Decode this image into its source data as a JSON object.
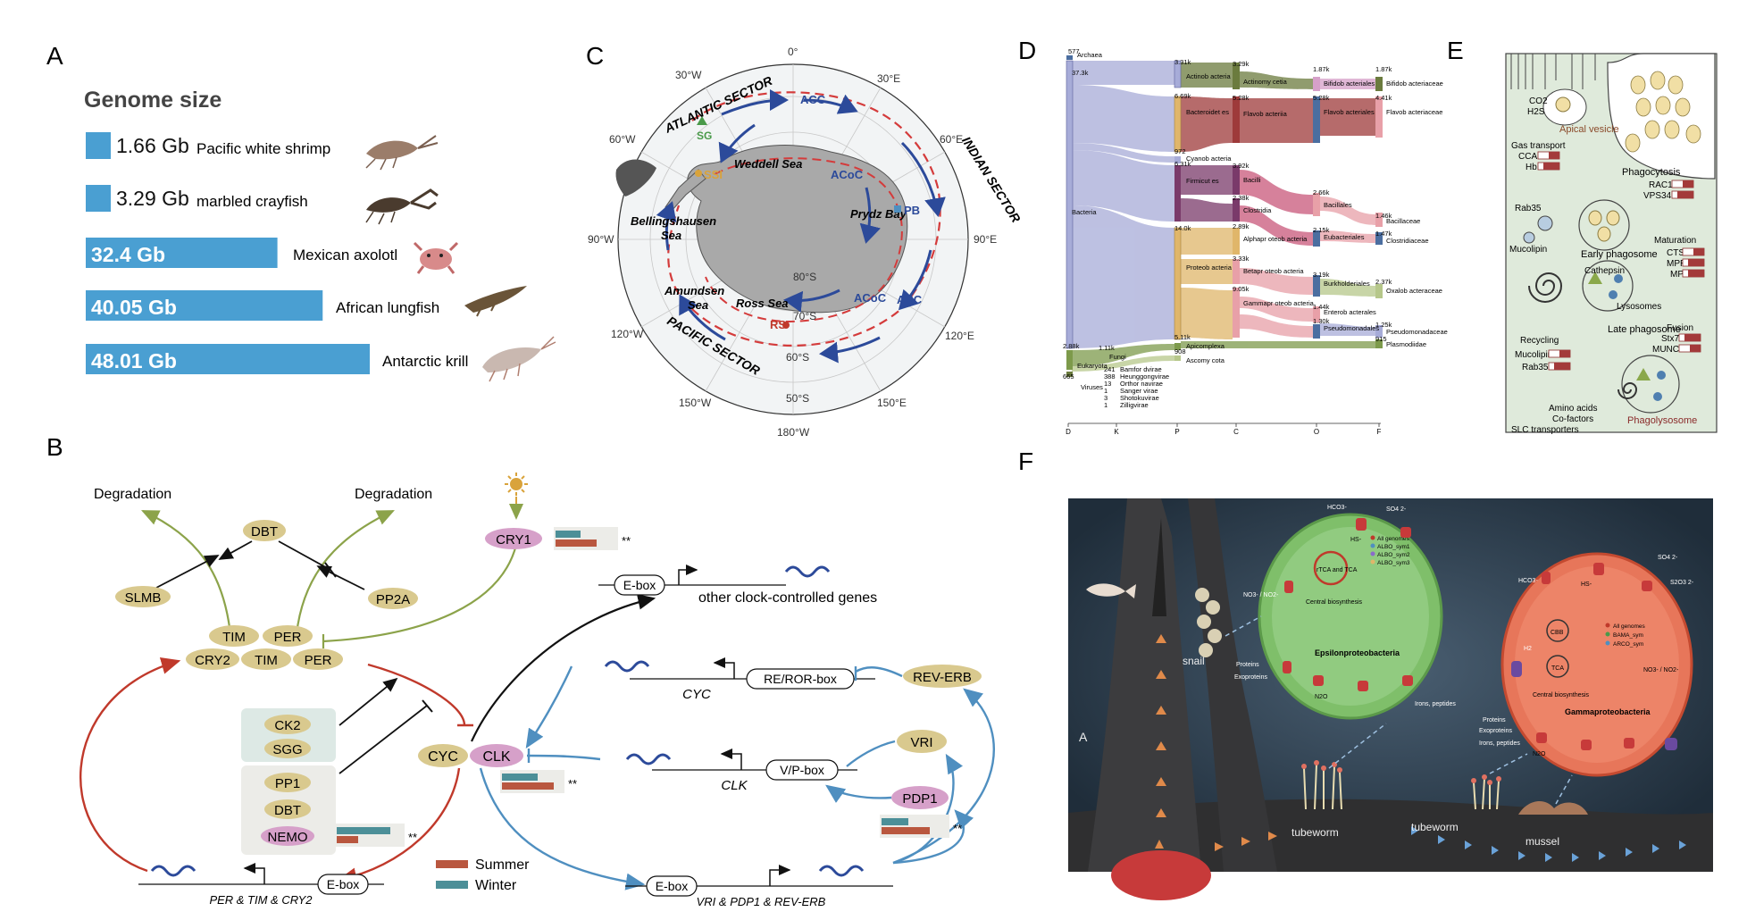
{
  "panels": {
    "a": "A",
    "b": "B",
    "c": "C",
    "d": "D",
    "e": "E",
    "f": "F"
  },
  "panelA": {
    "title": "Genome size",
    "bars": [
      {
        "value": 1.66,
        "label": "1.66 Gb",
        "species": "Pacific white shrimp",
        "icon": "shrimp-icon"
      },
      {
        "value": 3.29,
        "label": "3.29 Gb",
        "species": "marbled crayfish",
        "icon": "crayfish-icon"
      },
      {
        "value": 32.4,
        "label": "32.4 Gb",
        "species": "Mexican axolotl",
        "icon": "axolotl-icon"
      },
      {
        "value": 40.05,
        "label": "40.05 Gb",
        "species": "African lungfish",
        "icon": "lungfish-icon"
      },
      {
        "value": 48.01,
        "label": "48.01 Gb",
        "species": "Antarctic krill",
        "icon": "krill-icon"
      }
    ],
    "colors": {
      "bar": "#4a9fd2"
    }
  },
  "panelB": {
    "degradation_left": "Degradation",
    "degradation_right": "Degradation",
    "dbt": "DBT",
    "slmb": "SLMB",
    "pp2a": "PP2A",
    "tim": "TIM",
    "per": "PER",
    "cry2": "CRY2",
    "tim2": "TIM",
    "per2": "PER",
    "cry1": "CRY1",
    "ck2": "CK2",
    "sgg": "SGG",
    "pp1": "PP1",
    "dbt2": "DBT",
    "nemo": "NEMO",
    "cyc": "CYC",
    "clk": "CLK",
    "ebox_top": "E-box",
    "other_genes": "other clock-controlled genes",
    "rorbox": "RE/ROR-box",
    "cyc_gene": "CYC",
    "reverb": "REV-ERB",
    "vri": "VRI",
    "vpbox": "V/P-box",
    "clk_gene": "CLK",
    "pdp1": "PDP1",
    "ebox_bottom": "E-box",
    "per_tim_cry2": "PER & TIM & CRY2",
    "ebox_bottom2": "E-box",
    "vri_pdp1_reverb": "VRI & PDP1 & REV-ERB",
    "sig": "**",
    "legend": {
      "summer": "Summer",
      "winter": "Winter"
    },
    "colors": {
      "summer": "#b9573f",
      "winter": "#4c8f98",
      "node": "#d9c98e",
      "pink": "#d6a0c9",
      "green": "#8ca34a",
      "red": "#c0392b",
      "blue": "#4f8fc0"
    }
  },
  "panelC": {
    "lon_labels": [
      "0°",
      "30°E",
      "60°E",
      "90°E",
      "120°E",
      "150°E",
      "180°W",
      "150°W",
      "120°W",
      "90°W",
      "60°W",
      "30°W"
    ],
    "lat_labels": [
      "80°S",
      "70°S",
      "60°S",
      "50°S"
    ],
    "atlantic": "ATLANTIC SECTOR",
    "indian": "INDIAN SECTOR",
    "pacific": "PACIFIC SECTOR",
    "acc1": "ACC",
    "acc2": "ACC",
    "acoc1": "ACoC",
    "acoc2": "ACoC",
    "sg": "SG",
    "ssi": "SSI",
    "weddell": "Weddell Sea",
    "prydz": "Prydz Bay",
    "pb": "PB",
    "bellings1": "Bellingshausen",
    "bellings2": "Sea",
    "amundsen1": "Amundsen",
    "amundsen2": "Sea",
    "ross": "Ross Sea",
    "rs": "RS"
  },
  "panelD": {
    "axis": [
      "D",
      "K",
      "P",
      "C",
      "O",
      "F"
    ],
    "nodes": [
      {
        "count": "577",
        "name": "Archaea"
      },
      {
        "count": "37.3k",
        "name": "Bacteria"
      },
      {
        "count": "2.88k",
        "name": "Eukaryota"
      },
      {
        "count": "665",
        "name": "Viruses"
      },
      {
        "count": "3.31k",
        "name": "Actinob acteria"
      },
      {
        "count": "6.69k",
        "name": "Bacteroidet es"
      },
      {
        "count": "972",
        "name": "Cyanob acteria"
      },
      {
        "count": "6.31k",
        "name": "Firmicut es"
      },
      {
        "count": "14.0k",
        "name": "Proteob acteria"
      },
      {
        "count": "1.11k",
        "name": "Fungi"
      },
      {
        "count": "5.11k",
        "name": "Apicomplexa"
      },
      {
        "count": "908",
        "name": "Ascomy cota"
      },
      {
        "count": "3.29k",
        "name": "Actinomy cetia"
      },
      {
        "count": "5.28k",
        "name": "Flavob acteriia"
      },
      {
        "count": "3.92k",
        "name": "Bacilli"
      },
      {
        "count": "2.38k",
        "name": "Clostridia"
      },
      {
        "count": "2.89k",
        "name": "Alphapr oteob acteria"
      },
      {
        "count": "3.33k",
        "name": "Betapr oteob acteria"
      },
      {
        "count": "9.05k",
        "name": "Gammapr oteob acteria"
      },
      {
        "count": "1.87k",
        "name": "Bifidob acteriales"
      },
      {
        "count": "5.28k",
        "name": "Flavob acteriales"
      },
      {
        "count": "2.66k",
        "name": "Bacillales"
      },
      {
        "count": "2.15k",
        "name": "Eubacteriales"
      },
      {
        "count": "3.19k",
        "name": "Burkholderiales"
      },
      {
        "count": "1.44k",
        "name": "Enterob acterales"
      },
      {
        "count": "1.30k",
        "name": "Pseudomonadales"
      },
      {
        "count": "1.87k",
        "name": "Bifidob acteriaceae"
      },
      {
        "count": "4.41k",
        "name": "Flavob acteriaceae"
      },
      {
        "count": "1.46k",
        "name": "Bacillaceae"
      },
      {
        "count": "1.47k",
        "name": "Clostridiaceae"
      },
      {
        "count": "2.37k",
        "name": "Oxalob acteraceae"
      },
      {
        "count": "1.25k",
        "name": "Pseudomonadaceae"
      },
      {
        "count": "915",
        "name": "Plasmodiidae"
      }
    ],
    "viruses": [
      {
        "count": "241",
        "name": "Bamfor dvirae"
      },
      {
        "count": "388",
        "name": "Heunggongvirae"
      },
      {
        "count": "13",
        "name": "Orthor navirae"
      },
      {
        "count": "1",
        "name": "Sanger virae"
      },
      {
        "count": "3",
        "name": "Shotokuvirae"
      },
      {
        "count": "1",
        "name": "Zilligvirae"
      }
    ]
  },
  "panelE": {
    "co2": "CO2",
    "h2s": "H2S",
    "gas": "Gas transport",
    "cca": "CCA",
    "hb": "Hb",
    "apical": "Apical vesicle",
    "phago": "Phagocytosis",
    "rac1": "RAC1",
    "vps34": "VPS34",
    "rab35": "Rab35",
    "mucolipin": "Mucolipin",
    "early": "Early phagosome",
    "maturation": "Maturation",
    "ctsl": "CTSL",
    "mpr": "MPR",
    "mpi": "MPI",
    "cathepsin": "Cathepsin",
    "lysosomes": "Lysosomes",
    "late": "Late phagosome",
    "fusion": "Fusion",
    "stx7": "Stx7",
    "munc": "MUNC18-1",
    "recycling": "Recycling",
    "mucolipin2": "Mucolipin",
    "rab35b": "Rab35",
    "amino": "Amino acids",
    "cofactors": "Co-factors",
    "phagolys": "Phagolysosome",
    "slc": "SLC transporters"
  },
  "panelF": {
    "a": "A",
    "snail": "snail",
    "tubeworm1": "tubeworm",
    "tubeworm2": "tubeworm",
    "mussel": "mussel",
    "epsilon": "Epsilonproteobacteria",
    "gamma": "Gammaproteobacteria",
    "central1": "Central biosynthesis",
    "central2": "Central biosynthesis",
    "legend_left": [
      "All genomes",
      "ALBO_sym1",
      "ALBO_sym2",
      "ALBO_sym3"
    ],
    "legend_right": [
      "All genomes",
      "BAMA_sym",
      "ARCO_sym"
    ],
    "proteins": "Proteins",
    "exoproteins": "Exoproteins",
    "irons": "Irons, peptides",
    "rtca": "rTCA and TCA",
    "cbb": "CBB",
    "tca": "TCA",
    "hco3": "HCO3-",
    "so4": "SO4 2-",
    "s2o3": "S2O3 2-",
    "hs": "HS-",
    "n2o": "N2O",
    "no3": "NO3- / NO2-",
    "h2": "H2"
  }
}
